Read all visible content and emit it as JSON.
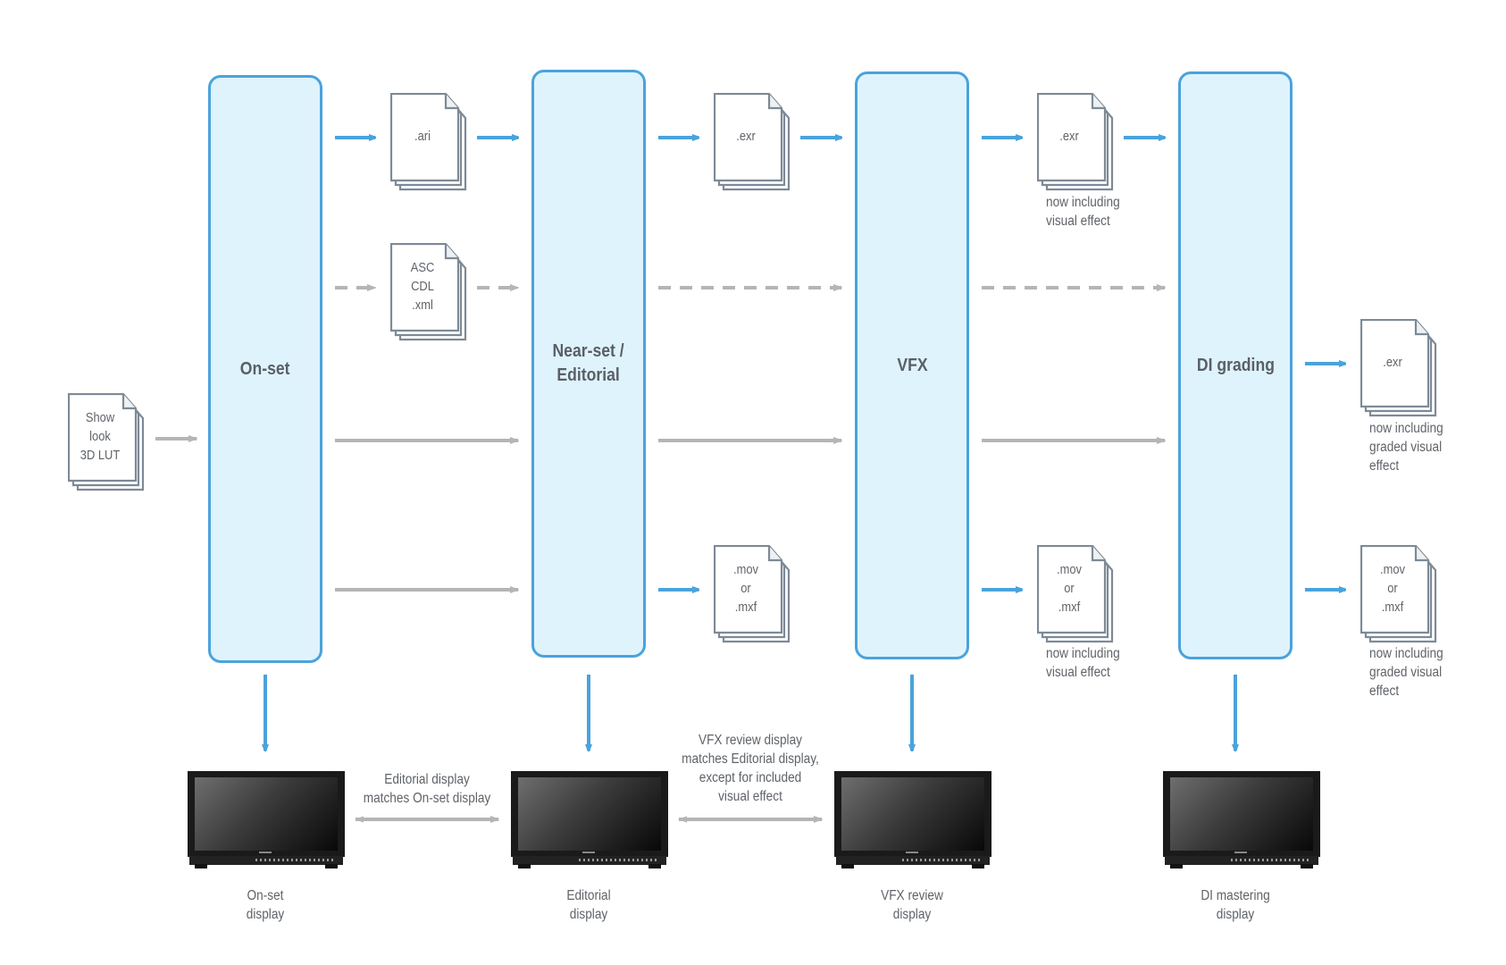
{
  "colors": {
    "accent_blue": "#4aa3dc",
    "stage_fill": "#dff3fc",
    "gray_arrow": "#b5b5b5",
    "doc_stroke": "#7d8a96",
    "text": "#5f6368"
  },
  "source": {
    "doc_text": "Show\nlook\n3D LUT",
    "icon": "document-stack-icon"
  },
  "stages": [
    {
      "id": "on-set",
      "label": "On-set"
    },
    {
      "id": "editorial",
      "label": "Near-set /\nEditorial"
    },
    {
      "id": "vfx",
      "label": "VFX"
    },
    {
      "id": "di-grading",
      "label": "DI grading"
    }
  ],
  "rows": [
    {
      "id": "camera-raw",
      "style": "solid-blue",
      "docs": [
        ".ari",
        ".exr",
        ".exr"
      ],
      "notes": [
        "",
        "",
        "now including\nvisual effect"
      ]
    },
    {
      "id": "cdl",
      "style": "dashed-gray",
      "docs": [
        "ASC\nCDL\n.xml"
      ]
    },
    {
      "id": "lut",
      "style": "solid-gray"
    },
    {
      "id": "proxy",
      "style": "mixed",
      "docs": [
        ".mov\nor\n.mxf",
        ".mov\nor\n.mxf",
        ".mov\nor\n.mxf"
      ],
      "notes": [
        "",
        "now including\nvisual effect",
        "now including\ngraded visual\neffect"
      ]
    }
  ],
  "di_output": {
    "doc_text": ".exr",
    "note": "now including\ngraded visual\neffect"
  },
  "displays": [
    {
      "label": "On-set\ndisplay"
    },
    {
      "label": "Editorial\ndisplay"
    },
    {
      "label": "VFX review\ndisplay"
    },
    {
      "label": "DI mastering\ndisplay"
    }
  ],
  "comparisons": [
    {
      "text": "Editorial display\nmatches On-set display"
    },
    {
      "text": "VFX review display\nmatches Editorial display,\nexcept for included\nvisual effect"
    }
  ]
}
